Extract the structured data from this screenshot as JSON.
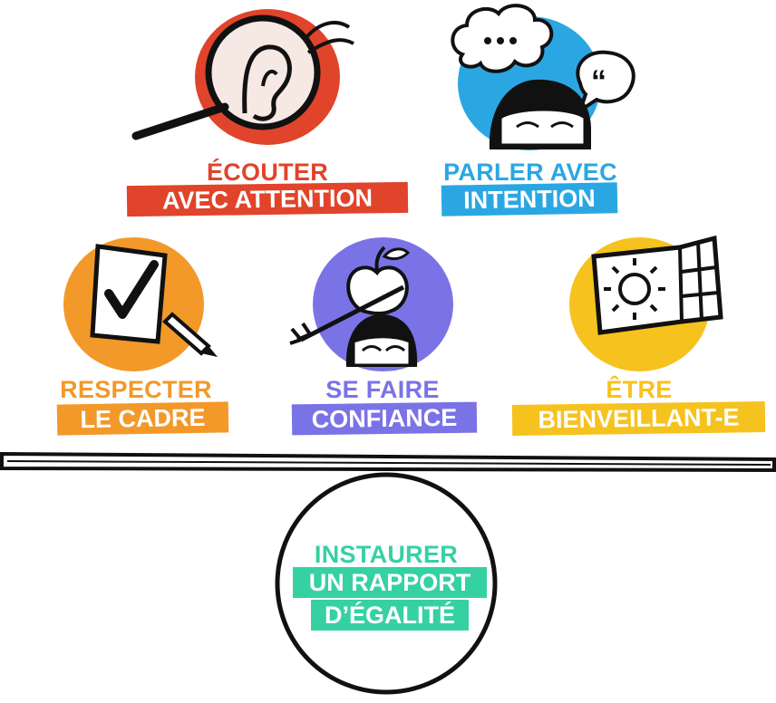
{
  "items": [
    {
      "line1": "ÉCOUTER",
      "line2": "AVEC ATTENTION",
      "color": "#e0442b",
      "icon": "ear-magnifier-icon"
    },
    {
      "line1": "PARLER AVEC",
      "line2": "INTENTION",
      "color": "#2aa7e3",
      "icon": "speech-bubbles-person-icon"
    },
    {
      "line1": "RESPECTER",
      "line2": "LE CADRE",
      "color": "#f2992a",
      "icon": "checklist-pencil-icon"
    },
    {
      "line1": "SE FAIRE",
      "line2": "CONFIANCE",
      "color": "#7a73e6",
      "icon": "apple-arrow-head-icon"
    },
    {
      "line1": "ÊTRE",
      "line2": "BIENVEILLANT-E",
      "color": "#f6c21e",
      "icon": "sun-map-icon"
    }
  ],
  "fulcrum": {
    "line1": "INSTAURER",
    "line2": "UN RAPPORT",
    "line3": "D’ÉGALITÉ",
    "color": "#35d1a3"
  }
}
